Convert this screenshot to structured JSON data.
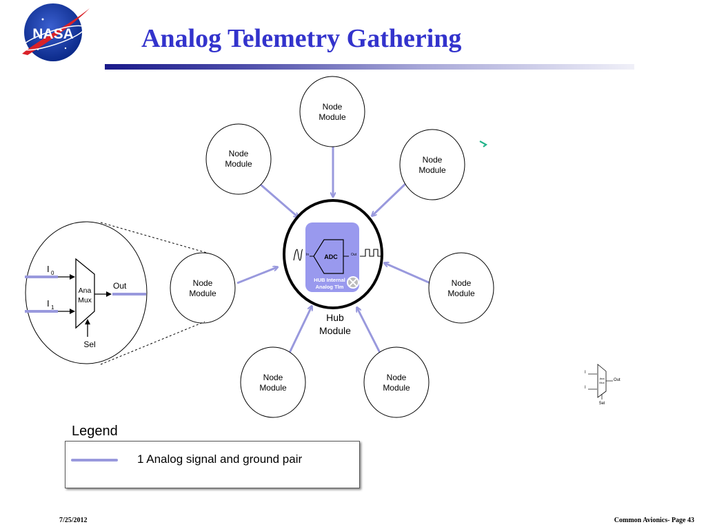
{
  "slide": {
    "title": "Analog Telemetry Gathering",
    "logo_text": "NASA",
    "date": "7/25/2012",
    "page": "Common Avionics- Page 43"
  },
  "hub": {
    "label_line1": "Hub",
    "label_line2": "Module",
    "adc": "ADC",
    "in": "In",
    "out": "Out",
    "internal_line1": "HUB Internal",
    "internal_line2": "Analog Tlm"
  },
  "node": {
    "line1": "Node",
    "line2": "Module"
  },
  "mux": {
    "i0": "I",
    "i0_sub": "0",
    "i1": "I",
    "i1_sub": "1",
    "ana": "Ana",
    "mux": "Mux",
    "out": "Out",
    "sel": "Sel"
  },
  "small_mux": {
    "ana": "Ana",
    "mux": "Mux",
    "out": "Out",
    "sel": "Sel",
    "i0": "I",
    "i1": "I"
  },
  "legend": {
    "title": "Legend",
    "entry": "1 Analog signal and ground pair"
  },
  "colors": {
    "title": "#3333cc",
    "signal": "#9999dd",
    "hub_box": "#9999ee"
  }
}
